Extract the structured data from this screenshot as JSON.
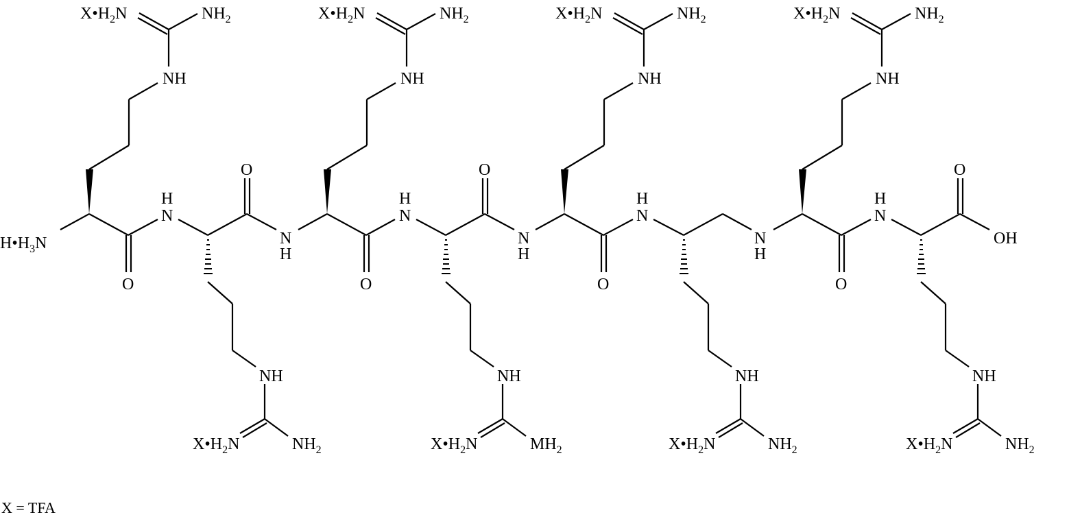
{
  "diagram": {
    "type": "chemical-structure",
    "description": "Peptide of eight arginine-derived residues as trifluoroacetate salts, with one reduced amide (CH2-NH) linkage",
    "n_terminus": {
      "label_prefix": "H•H",
      "label_sub": "3",
      "label_suffix": "N"
    },
    "c_terminus": {
      "oh_label": "OH",
      "carbonyl_label": "O"
    },
    "amide_nh": {
      "h": "H",
      "n": "N"
    },
    "carbonyl_o": "O",
    "guanidine": {
      "salt_prefix": "X•H",
      "salt_sub": "2",
      "salt_suffix": "N",
      "amine_label": "NH",
      "amine_sub": "2",
      "typo_amine_label": "MH",
      "linker_nh": "NH"
    },
    "residues_top": [
      {
        "index": 1,
        "position": "top",
        "amine": "NH2"
      },
      {
        "index": 3,
        "position": "top",
        "amine": "NH2"
      },
      {
        "index": 5,
        "position": "top",
        "amine": "NH2"
      },
      {
        "index": 7,
        "position": "top",
        "amine": "NH2"
      }
    ],
    "residues_bottom": [
      {
        "index": 2,
        "position": "bottom",
        "amine": "NH2"
      },
      {
        "index": 4,
        "position": "bottom",
        "amine": "MH2"
      },
      {
        "index": 6,
        "position": "bottom",
        "amine": "NH2"
      },
      {
        "index": 8,
        "position": "bottom",
        "amine": "NH2"
      }
    ]
  },
  "footnote": "X = TFA"
}
